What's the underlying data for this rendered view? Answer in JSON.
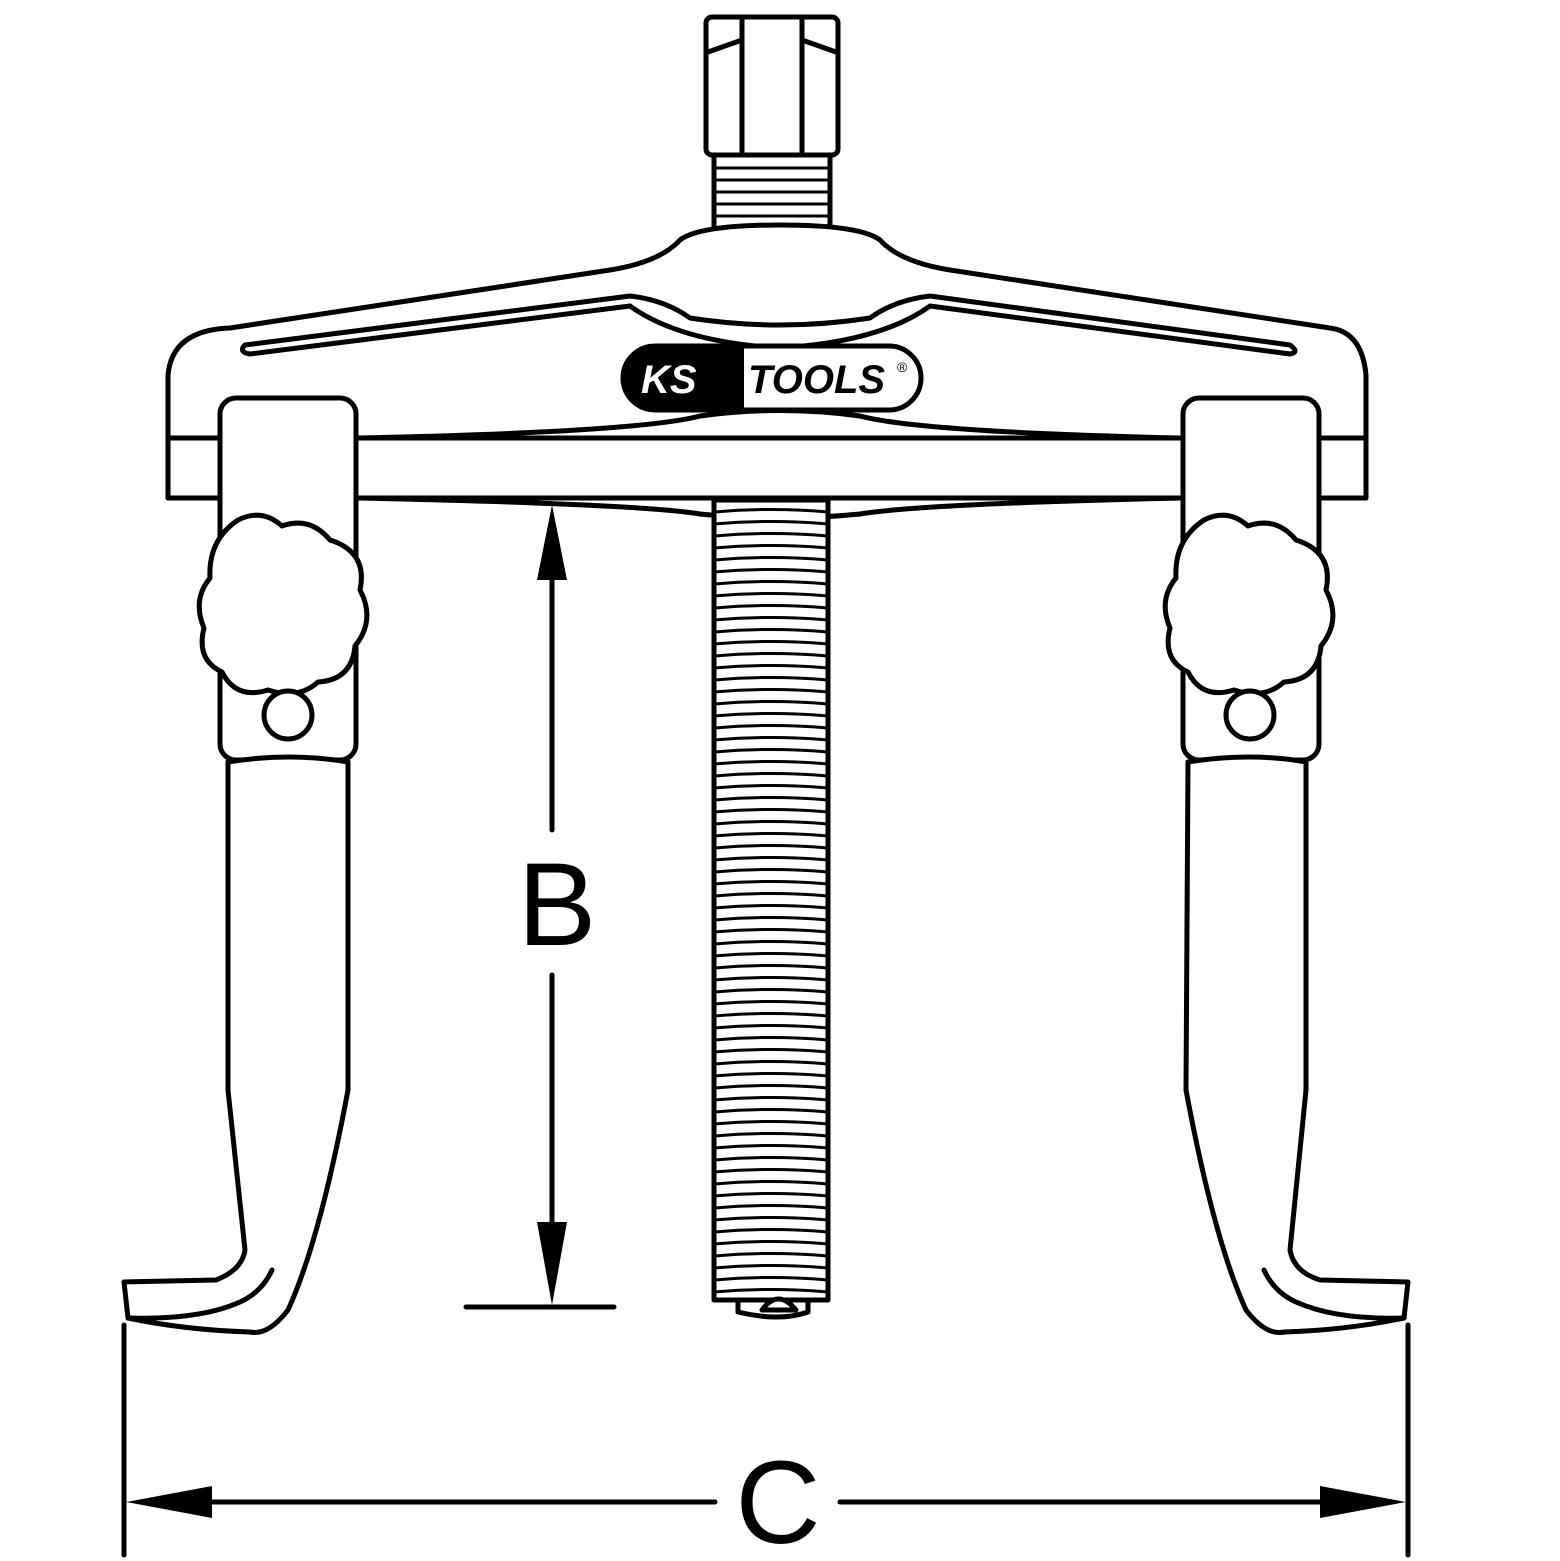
{
  "logo": {
    "brand_left": "KS",
    "brand_right": "TOOLS",
    "registered": "®"
  },
  "dimensions": {
    "height_label": "B",
    "width_label": "C"
  },
  "colors": {
    "line": "#000000",
    "background": "#ffffff"
  }
}
